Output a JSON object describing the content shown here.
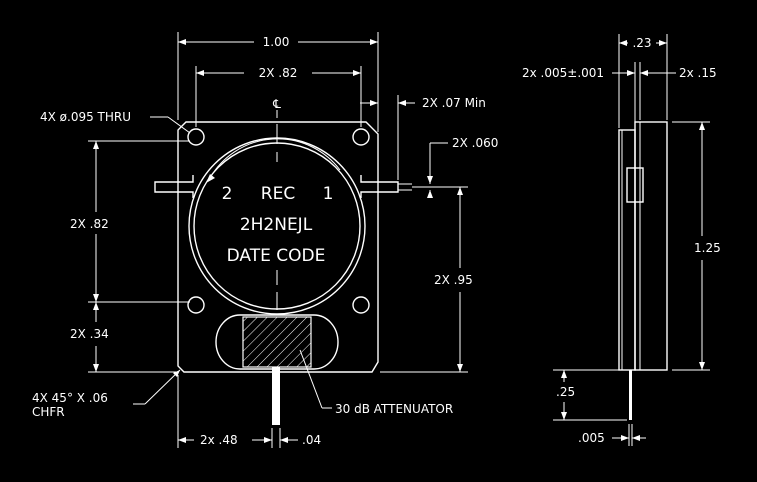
{
  "front_view": {
    "width_overall": "1.00",
    "hole_spacing_x": "2X  .82",
    "pin_offset": "2X  .07  Min",
    "hole_label": "4X  ø.095  THRU",
    "centerline_symbol": "℄",
    "pin_thickness": "2X  .060",
    "hole_spacing_y": "2X  .82",
    "hole_to_bottom": "2X  .34",
    "pin_height": "2X  .95",
    "chamfer_line1": "4X  45°  X  .06",
    "chamfer_line2": "CHFR",
    "pin_position": "2x  .48",
    "pin_width": ".04",
    "attenuator_label": "30  dB  ATTENUATOR",
    "port_left": "2",
    "port_label": "REC",
    "port_right": "1",
    "part_number": "2H2NEJL",
    "date_code": "DATE  CODE"
  },
  "side_view": {
    "thickness": ".23",
    "tab_thickness": "2x  .005±.001",
    "tab_offset": "2x  .15",
    "height": "1.25",
    "lead_length": ".25",
    "lead_thickness": ".005"
  }
}
